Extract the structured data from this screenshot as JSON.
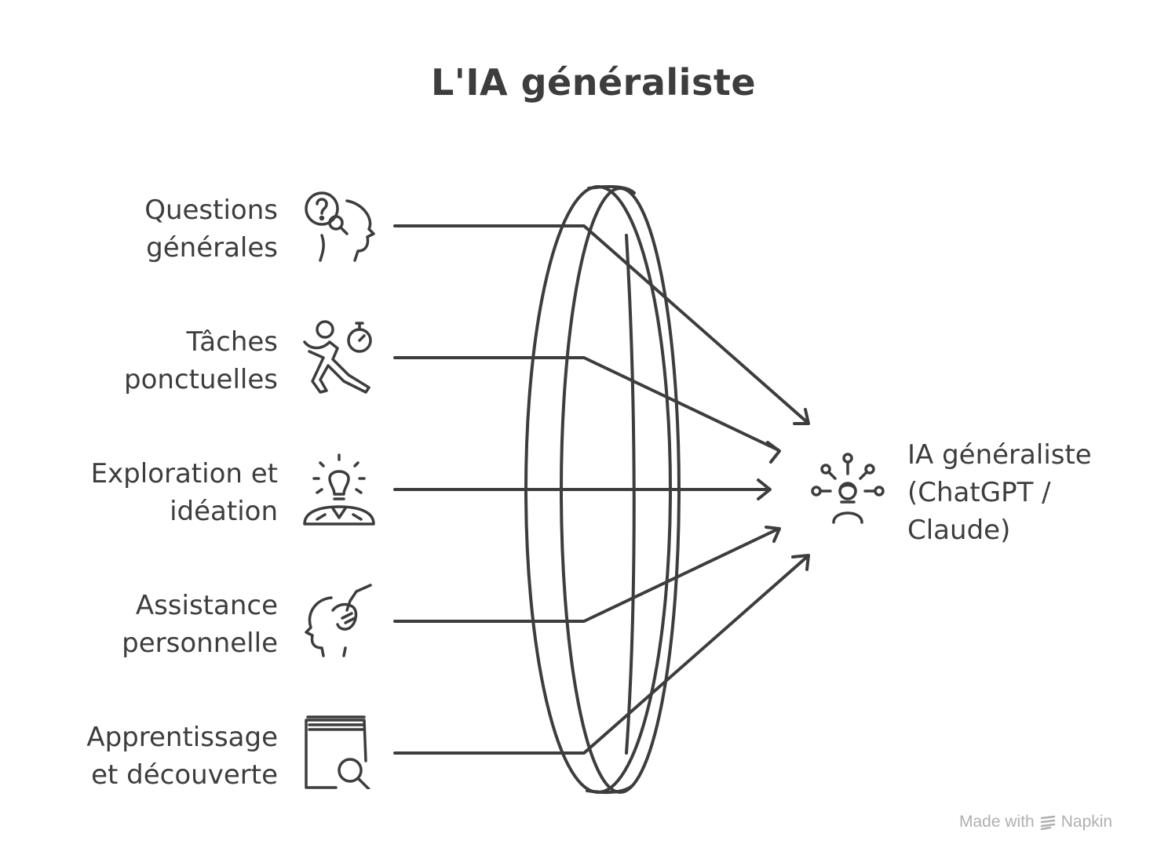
{
  "title": "L'IA généraliste",
  "items": [
    {
      "line1": "Questions",
      "line2": "générales",
      "icon": "head-question-icon"
    },
    {
      "line1": "Tâches",
      "line2": "ponctuelles",
      "icon": "running-stopwatch-icon"
    },
    {
      "line1": "Exploration et",
      "line2": "idéation",
      "icon": "lightbulb-person-icon"
    },
    {
      "line1": "Assistance",
      "line2": "personnelle",
      "icon": "hand-on-head-icon"
    },
    {
      "line1": "Apprentissage",
      "line2": "et découverte",
      "icon": "book-magnifier-icon"
    }
  ],
  "result": {
    "line1": "IA généraliste",
    "line2": "(ChatGPT /",
    "line3": "Claude)",
    "icon": "ai-person-network-icon"
  },
  "center_element": "lens-icon",
  "watermark": {
    "prefix": "Made with",
    "brand": "Napkin",
    "icon": "napkin-logo-icon"
  },
  "colors": {
    "ink": "#3d3d3d",
    "watermark": "#b0b0b0",
    "background": "#ffffff"
  }
}
